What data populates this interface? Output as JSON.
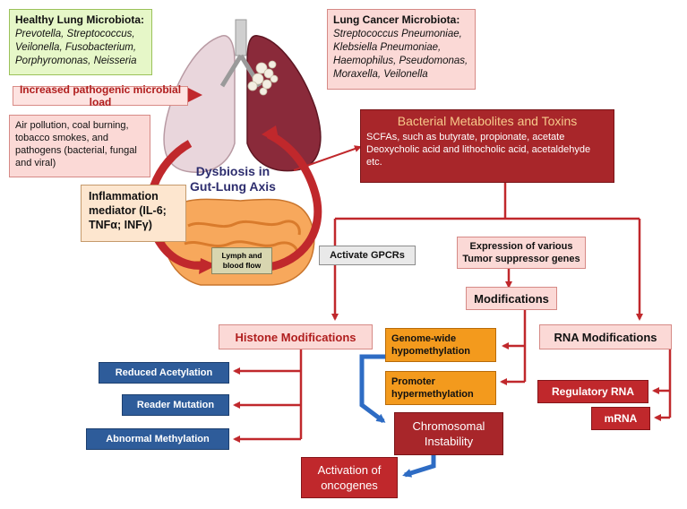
{
  "healthy_lung": {
    "title": "Healthy Lung Microbiota:",
    "list": "Prevotella, Streptococcus, Veilonella, Fusobacterium, Porphyromonas, Neisseria"
  },
  "cancer_lung": {
    "title": "Lung Cancer Microbiota:",
    "list": "Streptococcus Pneumoniae, Klebsiella Pneumoniae, Haemophilus, Pseudomonas, Moraxella, Veilonella"
  },
  "increased_load": "Increased pathogenic  microbial load",
  "air_pollution": "Air pollution, coal burning, tobacco smokes, and pathogens (bacterial, fungal and viral)",
  "dysbiosis": "Dysbiosis in Gut-Lung Axis",
  "inflammation": "Inflammation mediator (IL-6; TNFα; INFγ)",
  "lymph": "Lymph and blood flow",
  "metabolites": {
    "title": "Bacterial Metabolites and Toxins",
    "body": "SCFAs, such as butyrate, propionate, acetate Deoxycholic acid and lithocholic acid, acetaldehyde etc."
  },
  "activate_gpcrs": "Activate GPCRs",
  "expression": "Expression of various Tumor suppressor genes",
  "modifications": "Modifications",
  "histone": "Histone Modifications",
  "rna_mod": "RNA Modifications",
  "genome_wide": "Genome-wide hypomethylation",
  "promoter": "Promoter hypermethylation",
  "reduced_acetylation": "Reduced Acetylation",
  "reader_mutation": "Reader Mutation",
  "abnormal_methylation": "Abnormal Methylation",
  "regulatory_rna": "Regulatory RNA",
  "mrna": "mRNA",
  "chromosomal": "Chromosomal Instability",
  "activation_oncogenes": "Activation of oncogenes",
  "colors": {
    "dark_red": "#a8262a",
    "arrow_red": "#c0282c",
    "blue": "#2e5c9a",
    "orange": "#f39a1d",
    "green": "#e6f7c8",
    "pink": "#fbd9d6"
  }
}
